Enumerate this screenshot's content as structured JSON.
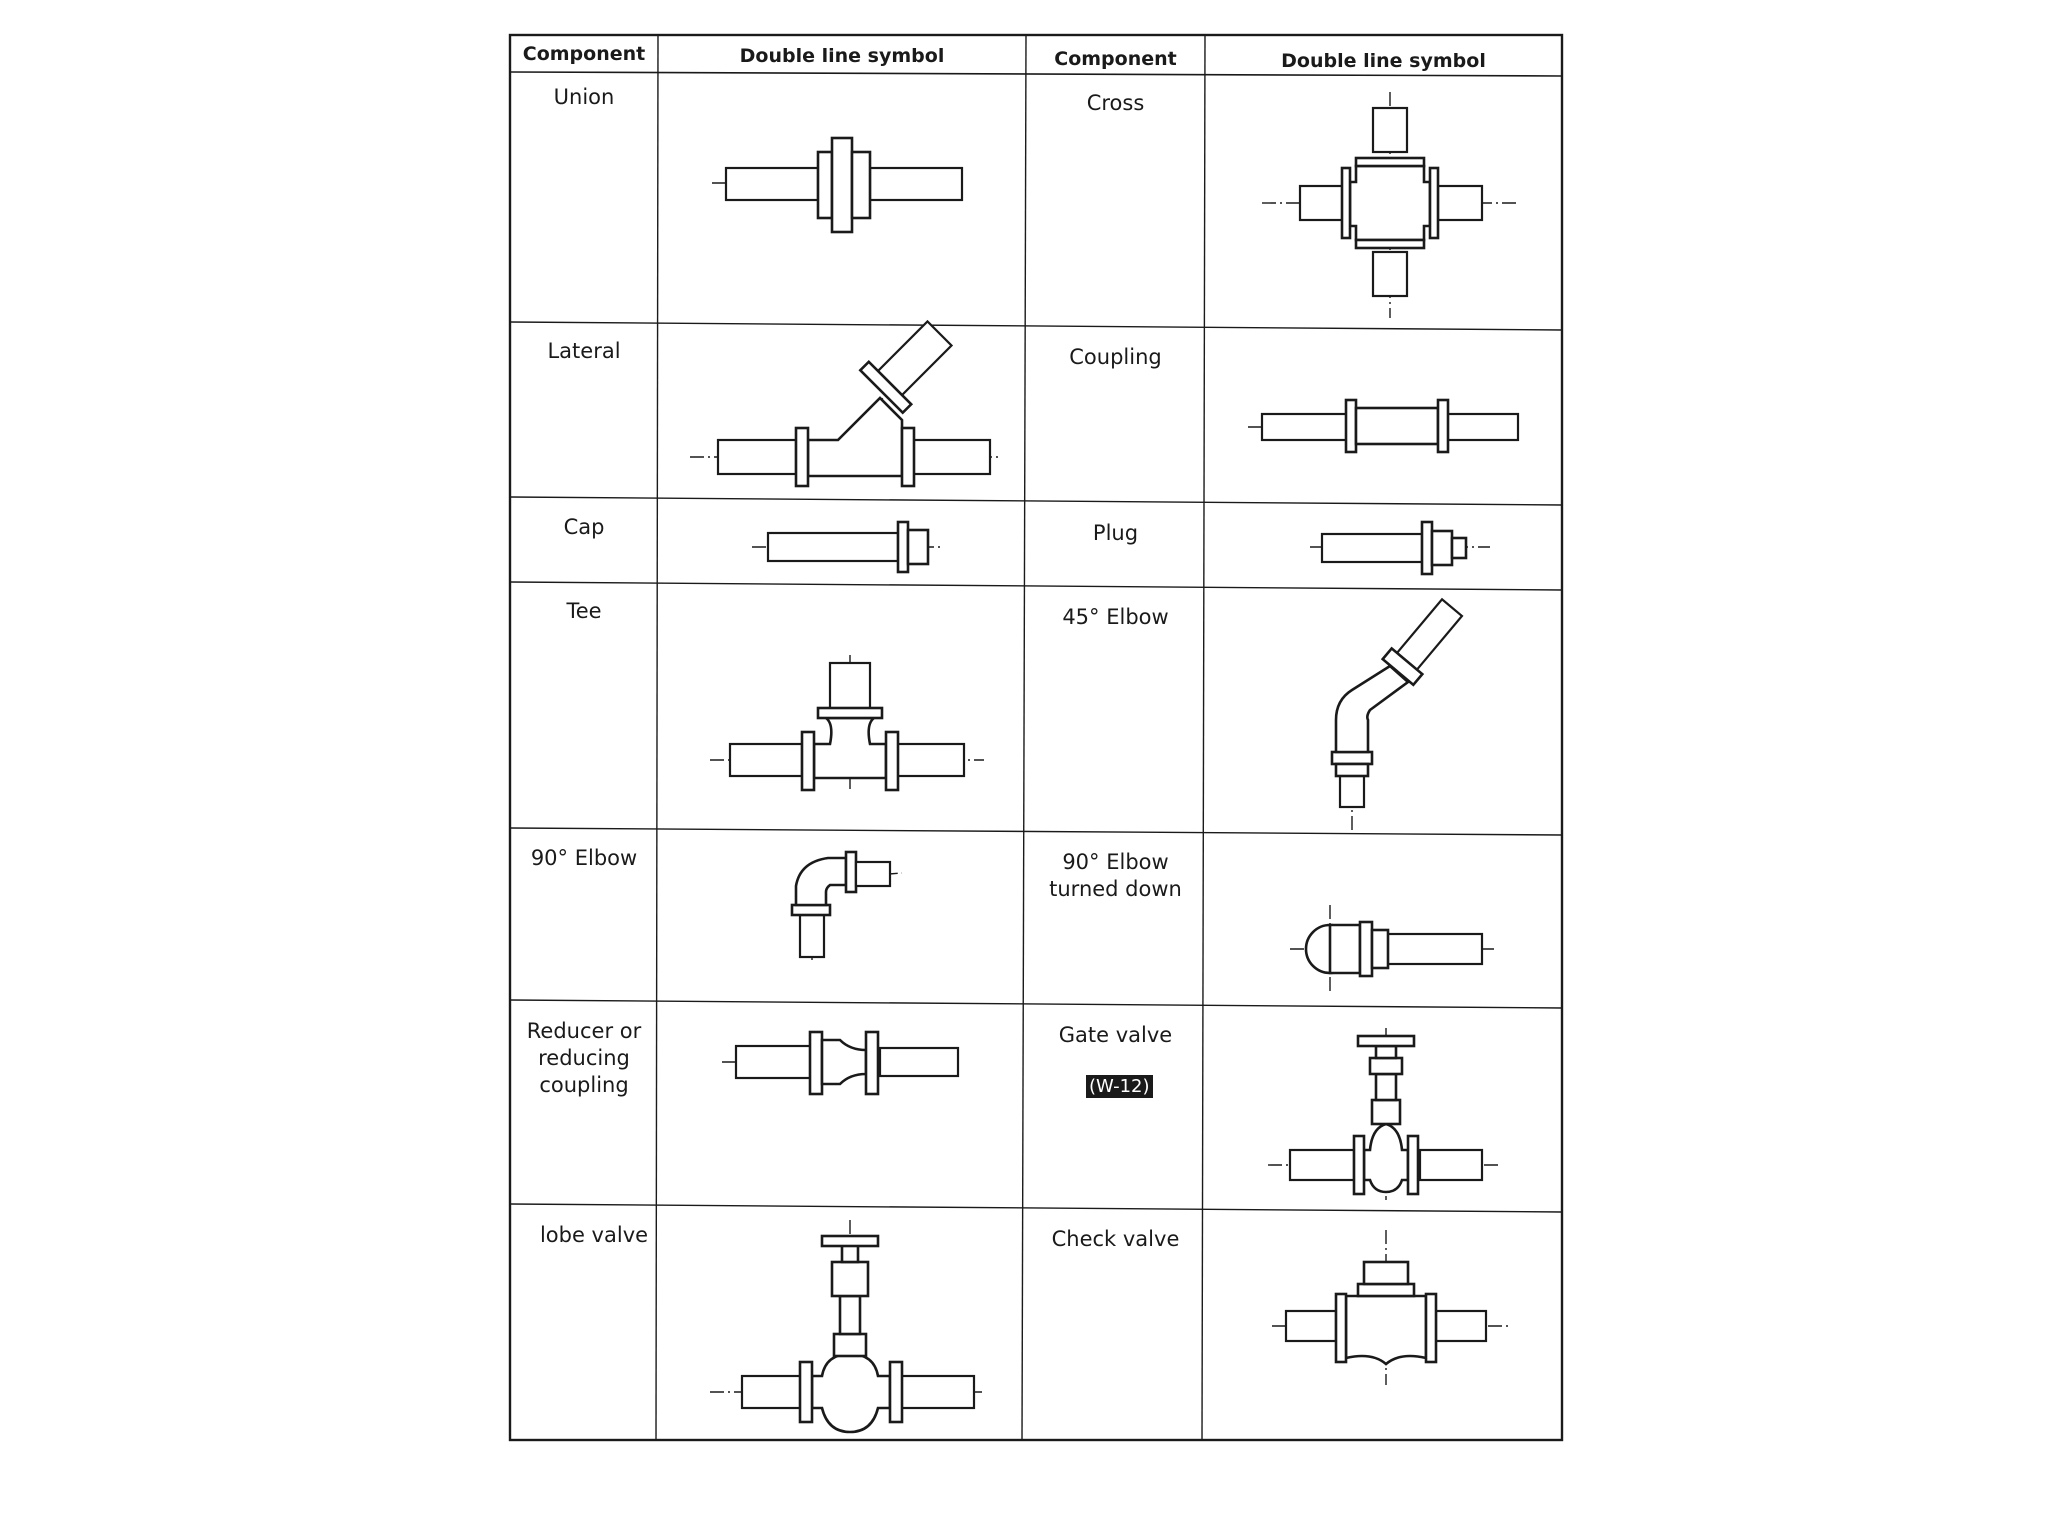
{
  "header": {
    "col1": "Component",
    "col2": "Double line symbol",
    "col3": "Component",
    "col4": "Double line symbol"
  },
  "rows": [
    {
      "left": "Union",
      "right": "Cross",
      "left_icon": "union-symbol-icon",
      "right_icon": "cross-symbol-icon"
    },
    {
      "left": "Lateral",
      "right": "Coupling",
      "left_icon": "lateral-symbol-icon",
      "right_icon": "coupling-symbol-icon"
    },
    {
      "left": "Cap",
      "right": "Plug",
      "left_icon": "cap-symbol-icon",
      "right_icon": "plug-symbol-icon"
    },
    {
      "left": "Tee",
      "right": "45° Elbow",
      "left_icon": "tee-symbol-icon",
      "right_icon": "elbow-45-symbol-icon"
    },
    {
      "left": "90° Elbow",
      "right": "90° Elbow\nturned down",
      "left_icon": "elbow-90-symbol-icon",
      "right_icon": "elbow-90-turned-down-symbol-icon"
    },
    {
      "left": "Reducer or\nreducing\ncoupling",
      "right": "Gate valve",
      "left_icon": "reducer-symbol-icon",
      "right_icon": "gate-valve-symbol-icon"
    },
    {
      "left": "lobe valve",
      "right": "Check valve",
      "left_icon": "globe-valve-symbol-icon",
      "right_icon": "check-valve-symbol-icon"
    }
  ],
  "tag": "(W-12)"
}
